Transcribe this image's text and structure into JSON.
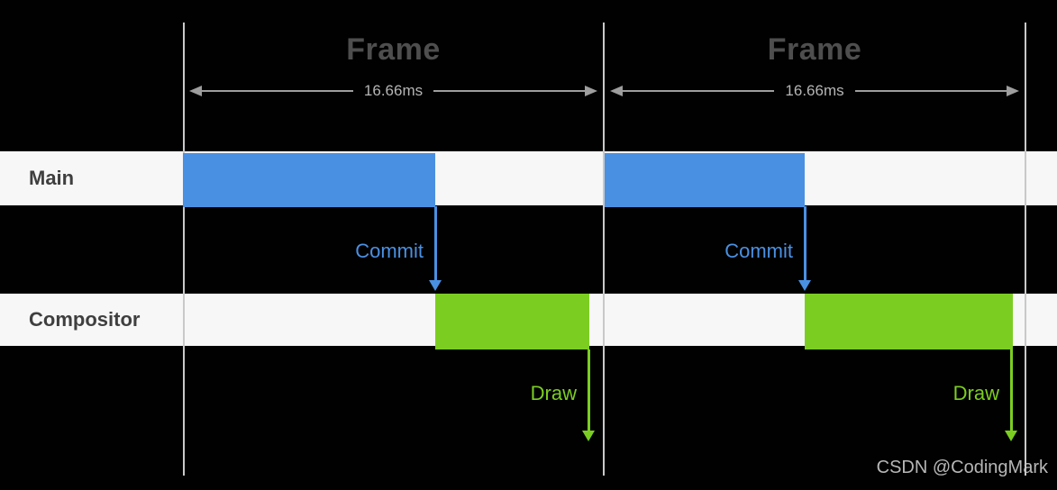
{
  "diagram": {
    "rows": [
      {
        "label": "Main"
      },
      {
        "label": "Compositor"
      }
    ],
    "frames": [
      {
        "title": "Frame",
        "duration": "16.66ms",
        "commit_label": "Commit",
        "draw_label": "Draw"
      },
      {
        "title": "Frame",
        "duration": "16.66ms",
        "commit_label": "Commit",
        "draw_label": "Draw"
      }
    ]
  },
  "watermark": {
    "text": "CSDN @CodingMark"
  },
  "colors": {
    "background": "#010101",
    "band": "#f7f7f7",
    "main_bar": "#4a90e2",
    "compositor_bar": "#7bce21",
    "commit_accent": "#4a90e2",
    "draw_accent": "#7bce21",
    "frame_title": "#4e4e4e",
    "duration_text": "#b5b5b5",
    "duration_arrow": "#9e9e9e",
    "boundary_line": "#c9c9c9",
    "row_label": "#3f3f3f",
    "watermark": "#c6c6c6"
  }
}
